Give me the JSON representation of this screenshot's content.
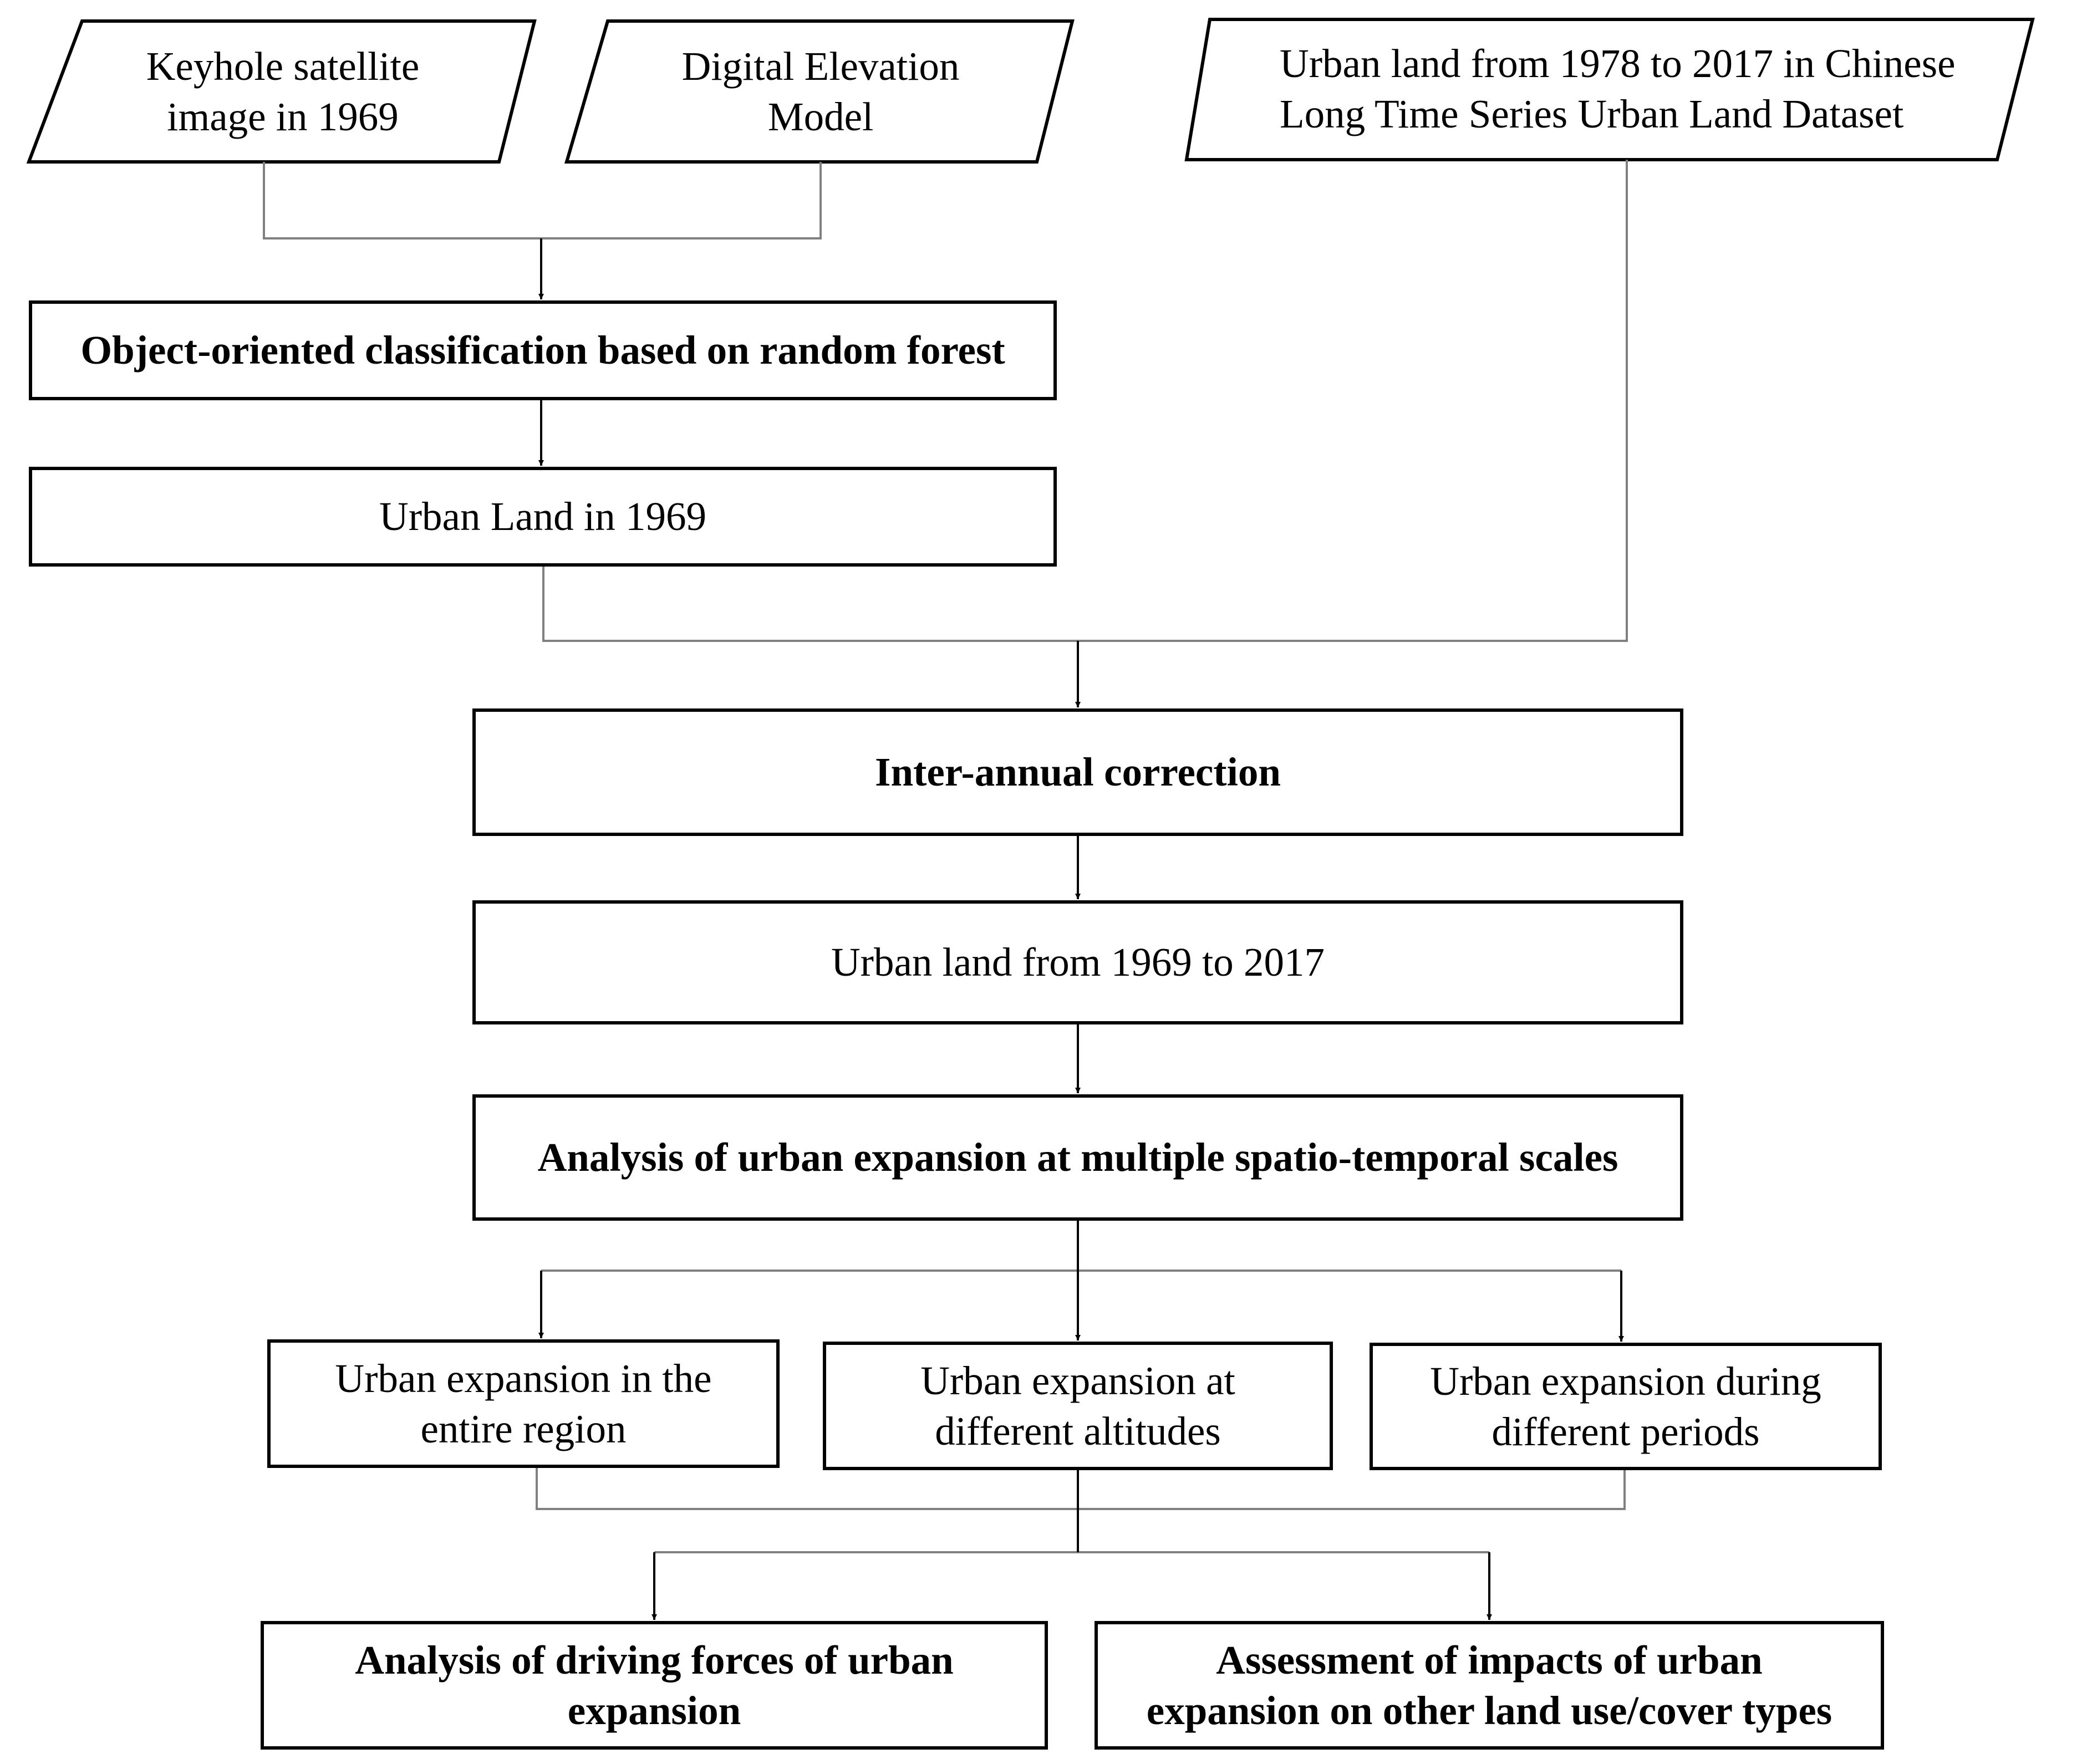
{
  "diagram": {
    "inputs": {
      "keyhole": "Keyhole satellite\nimage in 1969",
      "dem": "Digital Elevation\nModel",
      "clud": "Urban land from 1978 to 2017 in Chinese\nLong Time Series Urban Land Dataset"
    },
    "steps": {
      "classification": "Object-oriented classification based on random forest",
      "urban_1969": "Urban Land in 1969",
      "correction": "Inter-annual correction",
      "urban_1969_2017": "Urban land from 1969 to 2017",
      "analysis_multiscale": "Analysis of urban expansion at multiple spatio-temporal scales"
    },
    "branches": {
      "entire_region": "Urban expansion in the\nentire region",
      "altitudes": "Urban expansion at\ndifferent altitudes",
      "periods": "Urban expansion during\ndifferent periods"
    },
    "outputs": {
      "driving_forces": "Analysis of driving forces of urban\nexpansion",
      "impacts": "Assessment of impacts of urban\nexpansion on other land use/cover types"
    },
    "colors": {
      "box_stroke": "#000000",
      "connector": "#808080",
      "arrow": "#000000",
      "background": "#ffffff"
    }
  }
}
